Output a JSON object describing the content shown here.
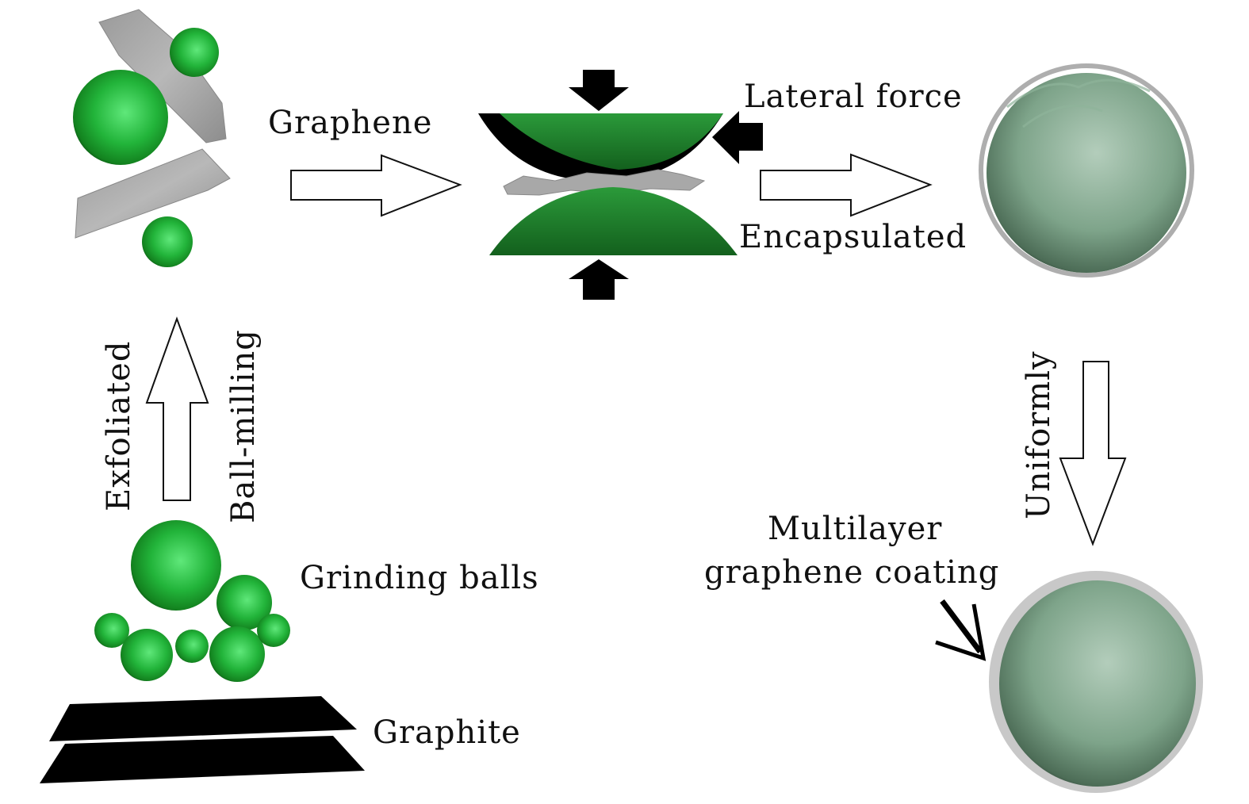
{
  "labels": {
    "graphene": "Graphene",
    "lateral_force": "Lateral force",
    "encapsulated": "Encapsulated",
    "exfoliated": "Exfoliated",
    "ball_milling": "Ball-milling",
    "grinding_balls": "Grinding balls",
    "graphite": "Graphite",
    "uniformly": "Uniformly",
    "multilayer_line1": "Multilayer",
    "multilayer_line2": "graphene coating"
  },
  "colors": {
    "ball_green": "#22b43a",
    "hemisphere_green": "#1f7a2c",
    "coated_sphere": "#7ea48a",
    "graphene_sheet": "#a8a8a8",
    "graphite": "#000000",
    "arrow_outline": "#111111"
  }
}
